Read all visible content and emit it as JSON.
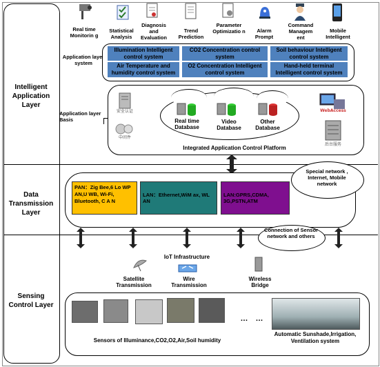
{
  "layers": {
    "application": "Intelligent Application Layer",
    "transmission": "Data Transmission Layer",
    "sensing": "Sensing Control Layer"
  },
  "top_icons": [
    {
      "label": "Real time Monitorin g",
      "icon": "camera-icon"
    },
    {
      "label": "Statistical Analysis",
      "icon": "checklist-icon"
    },
    {
      "label": "Diagnosis and Evaluation",
      "icon": "document-icon"
    },
    {
      "label": "Trend Prediction",
      "icon": "report-icon"
    },
    {
      "label": "Parameter Optimizatio n",
      "icon": "settings-doc-icon"
    },
    {
      "label": "Alarm Prompt",
      "icon": "alarm-icon"
    },
    {
      "label": "Command Managem ent",
      "icon": "officer-icon"
    },
    {
      "label": "Mobile Intelligent",
      "icon": "mobile-icon"
    }
  ],
  "application_layer_system": {
    "label": "Application layer system",
    "cells": [
      "Illumination Intelligent control system",
      "CO2 Concentration control system",
      "Soil behaviour Intelligent control system",
      "Air Temperature and humidity control system",
      "O2 Concentration Intelligent control system",
      "Hand-held terminal Intelligent control system"
    ]
  },
  "application_layer_basis": {
    "label": "Application layer Basis",
    "databases": [
      "Real time Database",
      "Video Database",
      "Other Database"
    ],
    "platform": "Integrated Application Control Platform",
    "left_icons": [
      "安全认证",
      "中间件"
    ],
    "right_icons": [
      "WebAccess",
      "后台服务"
    ]
  },
  "transmission": {
    "pan": "PAN：Zig Bee,6 Lo WP AN,U WB, Wi-Fi, Bluetooth, C A N",
    "lan": "LAN：Ethernet,WiM ax, WL AN",
    "wan": "LAN:GPRS,CDMA, 3G,PSTN,ATM",
    "cloud_top": "Special network , Internet, Mobile network",
    "cloud_bottom": "Connection of Sensor network and others",
    "colors": {
      "pan": "#ffc000",
      "lan": "#1f7a78",
      "wan": "#7f0f8f"
    }
  },
  "iot": {
    "title": "IoT Infrastructure",
    "items": [
      "Satellite Transmission",
      "Wire Transmission",
      "Wireless Bridge"
    ]
  },
  "sensing": {
    "sensors_label": "Sensors of Illuminance,CO2,O2,Air,Soil humidity",
    "ellipsis1": "…",
    "ellipsis2": "…",
    "actuators_label": "Automatic Sunshade,Irrigation, Ventilation system"
  }
}
